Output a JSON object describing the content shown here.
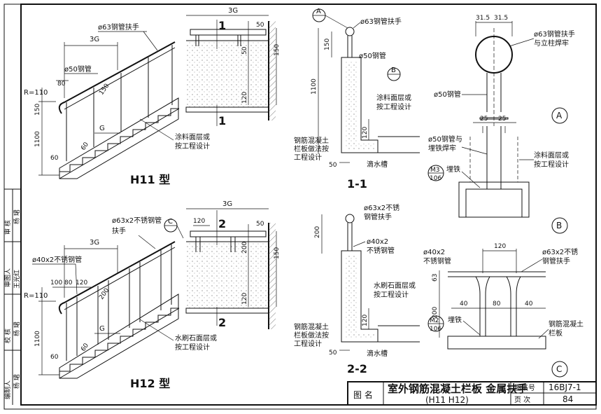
{
  "sidebar": {
    "signatures": [
      {
        "label": "审 核",
        "name": "杨 珺"
      },
      {
        "label": "审图人",
        "name": "王光红"
      },
      {
        "label": "校 核",
        "name": "杨 珺"
      },
      {
        "label": "编制人",
        "name": "杨 珺"
      }
    ]
  },
  "h11": {
    "label_3g": "3G",
    "label_handrail": "ø63钢管扶手",
    "label_post": "ø50钢管",
    "r110": "R=110",
    "d80": "80",
    "d150": "150",
    "d150b": "150",
    "d1100": "1100",
    "d60": "60",
    "d60b": "60",
    "g": "G",
    "finish": "涂料面层或",
    "finish2": "按工程设计",
    "title": "H11 型"
  },
  "h12": {
    "label_handrail": "ø63x2不锈钢管",
    "label_handrail2": "扶手",
    "label_3g": "3G",
    "label_post": "ø40x2不锈钢管",
    "r110": "R=110",
    "d100": "100",
    "d80": "80",
    "d120": "120",
    "d200": "200",
    "d1100": "1100",
    "d60": "60",
    "d60b": "60",
    "g": "G",
    "finish": "水刷石面层或",
    "finish2": "按工程设计",
    "title": "H12 型",
    "callout": "C"
  },
  "view1": {
    "roman": "1",
    "d3g": "3G",
    "d50a": "50",
    "d50b": "50",
    "d150": "150",
    "d120": "120"
  },
  "view2": {
    "roman": "2",
    "d3g": "3G",
    "d120a": "120",
    "d50": "50",
    "d200": "200",
    "d150": "150",
    "d120": "120"
  },
  "sec11": {
    "callout": "A",
    "handrail": "ø63钢管扶手",
    "d150": "150",
    "post": "ø50钢管",
    "callout_b": "B",
    "d1100": "1100",
    "finish": "涂料面层或",
    "finish2": "按工程设计",
    "d120": "120",
    "rc1": "钢筋混凝土",
    "rc2": "栏板做法按",
    "rc3": "工程设计",
    "d50": "50",
    "drip": "滴水槽",
    "title": "1-1"
  },
  "sec22": {
    "handrail": "ø63x2不锈",
    "handrail2": "钢管扶手",
    "d200": "200",
    "post": "ø40x2",
    "post2": "不锈钢管",
    "finish": "水刷石面层或",
    "finish2": "按工程设计",
    "d120": "120",
    "rc1": "钢筋混凝土",
    "rc2": "栏板做法按",
    "rc3": "工程设计",
    "d50": "50",
    "drip": "滴水槽",
    "title": "2-2"
  },
  "detailA": {
    "d31a": "31.5",
    "d31b": "31.5",
    "handrail": "ø63钢管扶手",
    "handrail2": "与立柱焊牢",
    "post": "ø50钢管",
    "callout": "A"
  },
  "detailB": {
    "d25a": "25",
    "d25b": "25",
    "weld": "ø50钢管与",
    "weld2": "埋铁焊牢",
    "finish": "涂料面层或",
    "finish2": "按工程设计",
    "m3": "M3",
    "m3sub": "106",
    "embed": "埋铁",
    "callout": "B"
  },
  "detailC": {
    "d120": "120",
    "post": "ø40x2",
    "post2": "不锈钢管",
    "handrail": "ø63x2不锈",
    "handrail2": "钢管扶手",
    "d63": "63",
    "d200": "200",
    "d40a": "40",
    "d80": "80",
    "d40b": "40",
    "m2": "M2",
    "m2sub": "106",
    "embed": "埋铁",
    "rc": "钢筋混凝土",
    "rc2": "栏板",
    "callout": "C"
  },
  "titleblock": {
    "label_name": "图 名",
    "drawing_title": "室外钢筋混凝土栏板 金属扶手",
    "drawing_sub": "(H11 H12)",
    "label_atlas": "图集号",
    "atlas_no": "16BJ7-1",
    "label_page": "页 次",
    "page_no": "84"
  }
}
